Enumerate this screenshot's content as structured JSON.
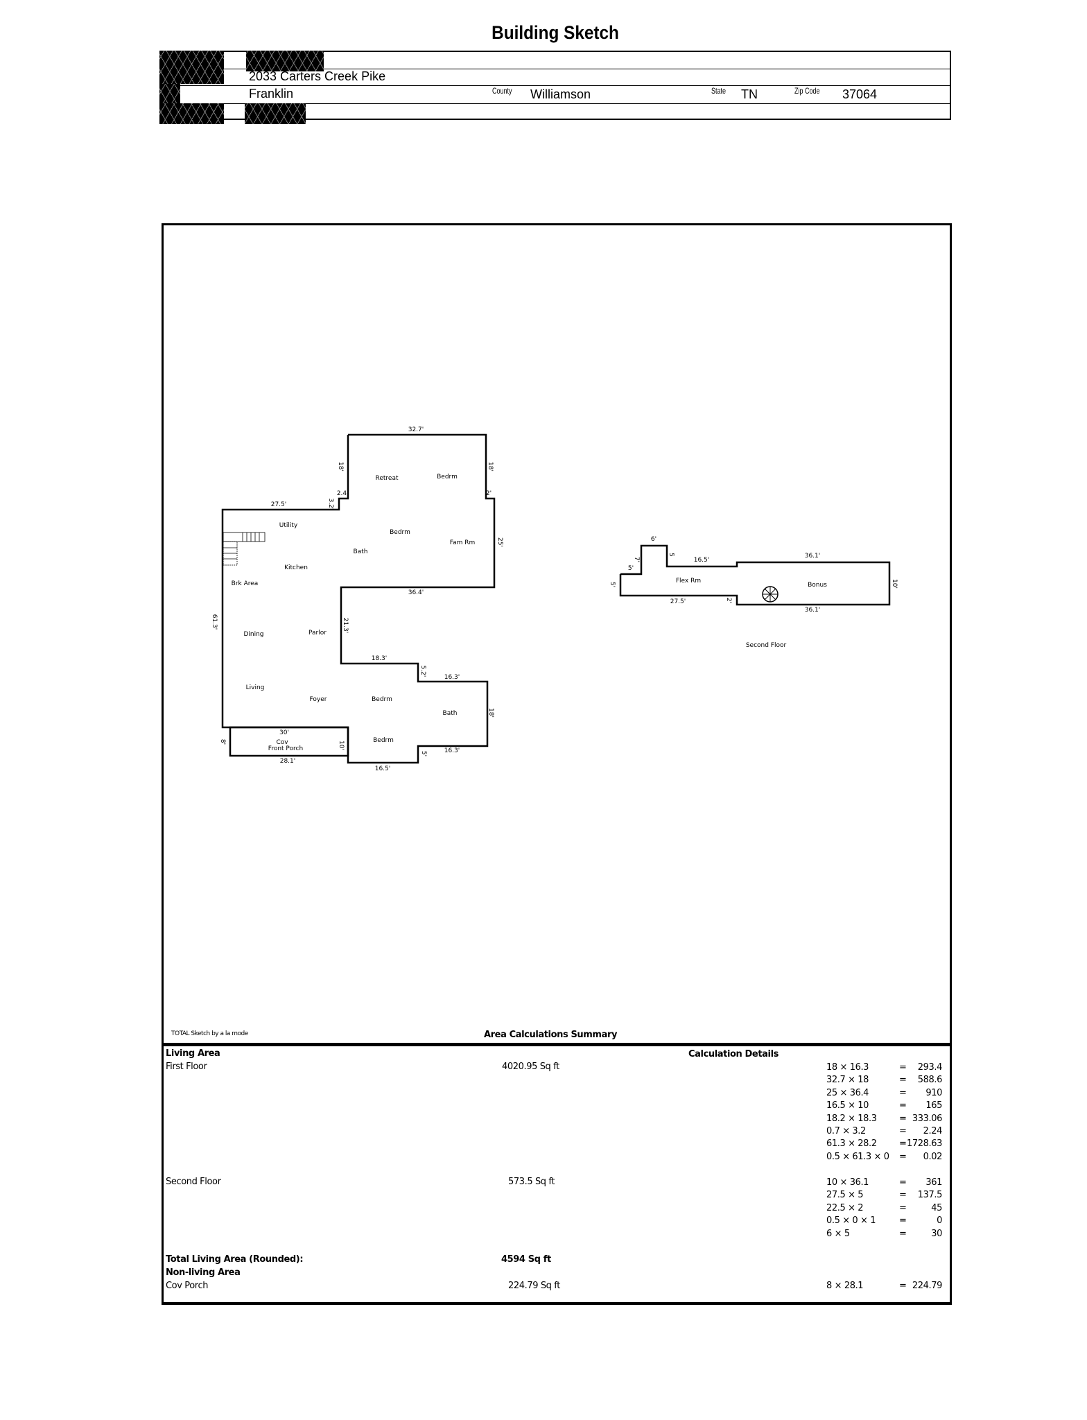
{
  "title": "Building Sketch",
  "header": {
    "address": "2033 Carters Creek Pike",
    "city": "Franklin",
    "county_label": "County",
    "county": "Williamson",
    "state_label": "State",
    "state": "TN",
    "zip_label": "Zip Code",
    "zip": "37064"
  },
  "floor1": {
    "labels": [
      "32.7'",
      "18'",
      "Retreat",
      "Bedrm",
      "18'",
      "2.4",
      "2'",
      "27.5'",
      "3.2'",
      "Utility",
      "Bedrm",
      "Fam Rm",
      "25'",
      "Bath",
      "Kitchen",
      "Brk Area",
      "36.4'",
      "61.3'",
      "21.3'",
      "Dining",
      "Parlor",
      "18.3'",
      "5.2'",
      "16.3'",
      "Living",
      "Foyer",
      "Bedrm",
      "Bath",
      "18'",
      "30'",
      "Cov",
      "Front Porch",
      "8'",
      "10'",
      "Bedrm",
      "16.3'",
      "5'",
      "28.1'",
      "16.5'"
    ]
  },
  "floor2": {
    "labels": [
      "6'",
      "5",
      "7'",
      "5'",
      "16.5'",
      "36.1'",
      "5'",
      "Flex Rm",
      "Bonus",
      "10'",
      "27.5'",
      "2'",
      "36.1'",
      "Second Floor"
    ]
  },
  "footer_left": "TOTAL Sketch by a la mode",
  "summary": {
    "title": "Area Calculations Summary",
    "living_area_label": "Living Area",
    "calc_details_label": "Calculation Details",
    "first_floor": {
      "label": "First Floor",
      "area": "4020.95 Sq ft",
      "calcs": [
        {
          "expr": "18 × 16.3",
          "eq": "=",
          "val": "293.4"
        },
        {
          "expr": "32.7 × 18",
          "eq": "=",
          "val": "588.6"
        },
        {
          "expr": "25 × 36.4",
          "eq": "=",
          "val": "910"
        },
        {
          "expr": "16.5 × 10",
          "eq": "=",
          "val": "165"
        },
        {
          "expr": "18.2 × 18.3",
          "eq": "=",
          "val": "333.06"
        },
        {
          "expr": "0.7 × 3.2",
          "eq": "=",
          "val": "2.24"
        },
        {
          "expr": "61.3 × 28.2",
          "eq": "=",
          "val": "1728.63"
        },
        {
          "expr": "0.5 × 61.3 × 0",
          "eq": "=",
          "val": "0.02"
        }
      ]
    },
    "second_floor": {
      "label": "Second Floor",
      "area": "573.5 Sq ft",
      "calcs": [
        {
          "expr": "10 × 36.1",
          "eq": "=",
          "val": "361"
        },
        {
          "expr": "27.5 × 5",
          "eq": "=",
          "val": "137.5"
        },
        {
          "expr": "22.5 × 2",
          "eq": "=",
          "val": "45"
        },
        {
          "expr": "0.5 × 0 × 1",
          "eq": "=",
          "val": "0"
        },
        {
          "expr": "6 × 5",
          "eq": "=",
          "val": "30"
        }
      ]
    },
    "total_label": "Total Living Area (Rounded):",
    "total_value": "4594 Sq ft",
    "nonliving_label": "Non-living Area",
    "porch": {
      "label": "Cov Porch",
      "area": "224.79 Sq ft",
      "calcs": [
        {
          "expr": "8 × 28.1",
          "eq": "=",
          "val": "224.79"
        }
      ]
    }
  }
}
